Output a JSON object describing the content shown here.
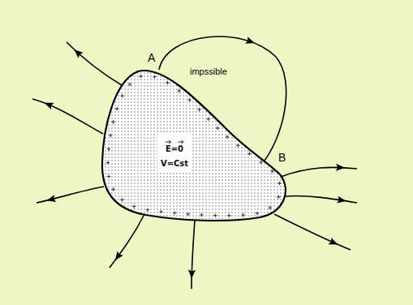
{
  "diagram": {
    "nodes": [
      {
        "text": [
          "E=0",
          "V=Cst"
        ]
      }
    ],
    "labels": [
      "A",
      "impssible",
      "B"
    ]
  }
}
